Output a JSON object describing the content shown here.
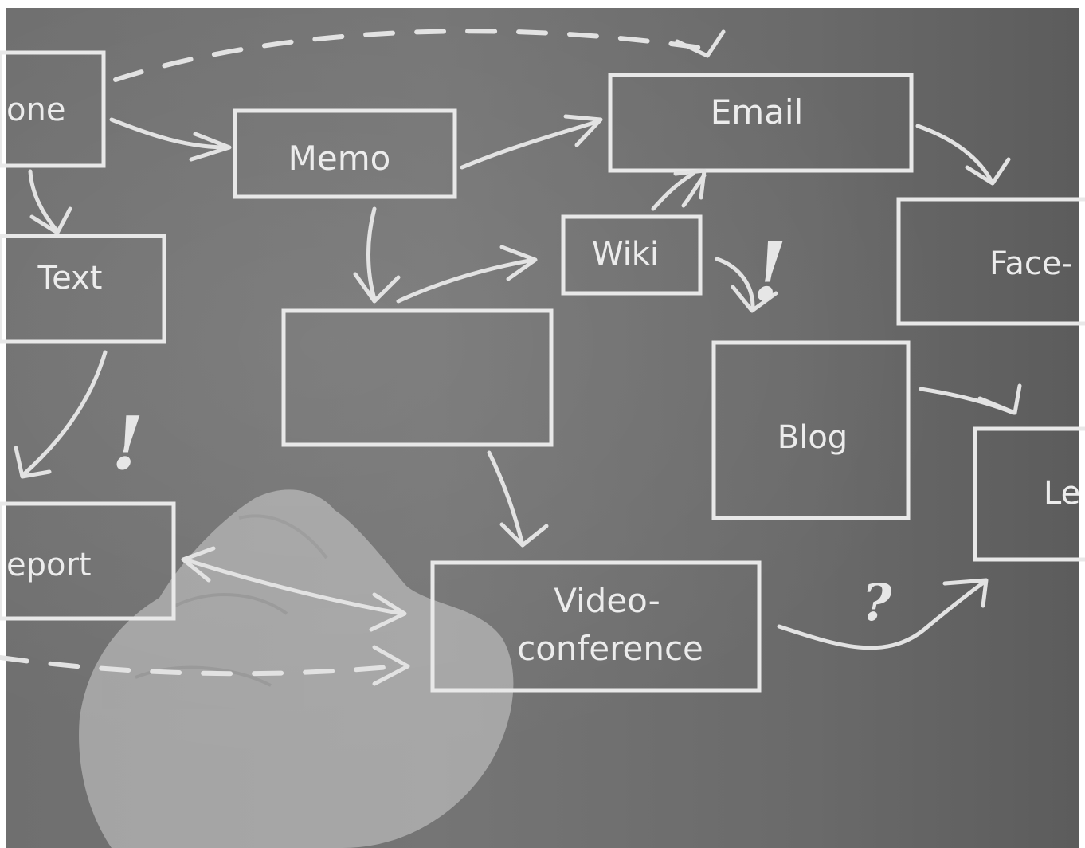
{
  "boxes": {
    "phone": "one",
    "memo": "Memo",
    "email": "Email",
    "text": "Text",
    "wiki": "Wiki",
    "empty": "",
    "facebook": "Face-",
    "blog": "Blog",
    "report": "eport",
    "video_line1": "Video-",
    "video_line2": "conference",
    "letter": "Le"
  },
  "marks": {
    "exclaim": "!",
    "question": "?"
  },
  "colors": {
    "board": "#707070",
    "chalk": "#e8e8e8"
  }
}
